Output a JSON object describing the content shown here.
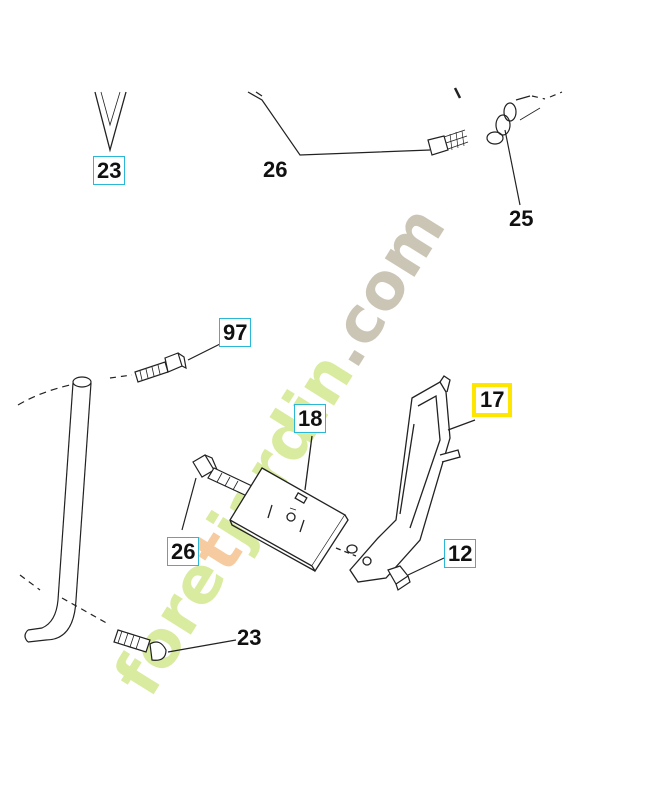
{
  "labels": {
    "p23_top": "23",
    "p26_top": "26",
    "p25": "25",
    "p97": "97",
    "p17": "17",
    "p18": "18",
    "p26_mid": "26",
    "p12": "12",
    "p23_bottom": "23"
  },
  "watermark": {
    "text_green": "fore",
    "text_orange": "t",
    "text_green2": "jardin",
    "text_dot": ".",
    "text_gray": "com"
  },
  "colors": {
    "label_border": "#2bb7d6",
    "highlight": "#ffe600",
    "watermark_green": "#d7ea9a",
    "watermark_orange": "#f6c99a",
    "watermark_gray": "#c9c2b3",
    "line": "#222222"
  }
}
